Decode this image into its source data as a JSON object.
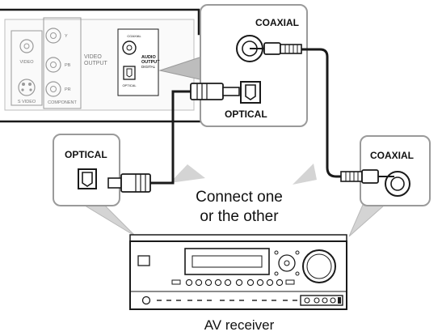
{
  "player_panel": {
    "jack_labels": {
      "y": "Y",
      "pb": "PB",
      "pr": "PR",
      "video": "VIDEO",
      "video_output_line1": "VIDEO",
      "video_output_line2": "OUTPUT",
      "s_video": "S VIDEO",
      "component": "COMPONENT",
      "coaxial_small": "COAXIAL",
      "audio_output_line1": "AUDIO",
      "audio_output_line2": "OUTPUT",
      "digital_small": "DIGITAL",
      "optical_small": "OPTICAL"
    }
  },
  "callouts": {
    "player_coaxial": "COAXIAL",
    "player_optical": "OPTICAL",
    "receiver_optical": "OPTICAL",
    "receiver_coaxial": "COAXIAL"
  },
  "center_text": {
    "line1": "Connect one",
    "line2": "or the other"
  },
  "receiver_caption": "AV receiver",
  "colors": {
    "line": "#1a1a1a",
    "callout_fill": "#ffffff",
    "callout_stroke": "#9a9a9a",
    "panel_stroke": "#8a8a8a"
  }
}
